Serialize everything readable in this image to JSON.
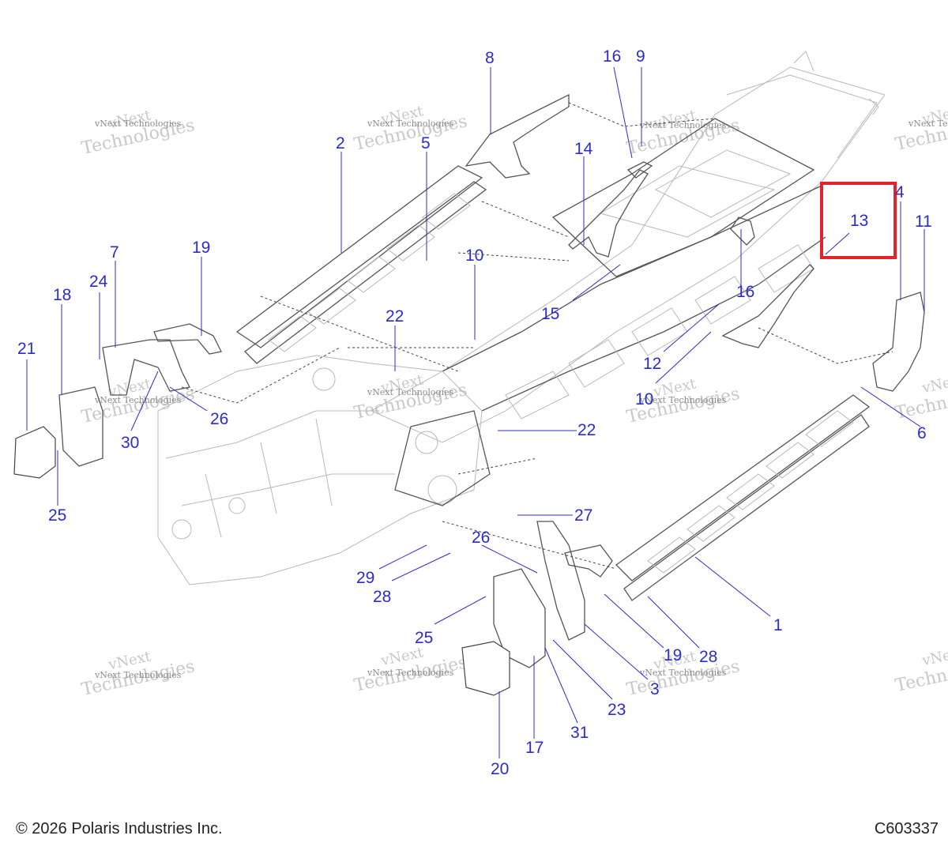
{
  "watermark": {
    "brand": "vNext Technologies",
    "big": "Technologies",
    "prefix": "vNext"
  },
  "highlight": {
    "color": "#e0242a",
    "label": "13"
  },
  "callouts": [
    {
      "id": "c8",
      "label": "8"
    },
    {
      "id": "c16a",
      "label": "16"
    },
    {
      "id": "c9",
      "label": "9"
    },
    {
      "id": "c2",
      "label": "2"
    },
    {
      "id": "c5",
      "label": "5"
    },
    {
      "id": "c14",
      "label": "14"
    },
    {
      "id": "c4",
      "label": "4"
    },
    {
      "id": "c11",
      "label": "11"
    },
    {
      "id": "c7",
      "label": "7"
    },
    {
      "id": "c19a",
      "label": "19"
    },
    {
      "id": "c10a",
      "label": "10"
    },
    {
      "id": "c24",
      "label": "24"
    },
    {
      "id": "c18",
      "label": "18"
    },
    {
      "id": "c16b",
      "label": "16"
    },
    {
      "id": "c15",
      "label": "15"
    },
    {
      "id": "c21",
      "label": "21"
    },
    {
      "id": "c22a",
      "label": "22"
    },
    {
      "id": "c12",
      "label": "12"
    },
    {
      "id": "c10b",
      "label": "10"
    },
    {
      "id": "c26a",
      "label": "26"
    },
    {
      "id": "c22b",
      "label": "22"
    },
    {
      "id": "c6",
      "label": "6"
    },
    {
      "id": "c30",
      "label": "30"
    },
    {
      "id": "c25a",
      "label": "25"
    },
    {
      "id": "c27",
      "label": "27"
    },
    {
      "id": "c26b",
      "label": "26"
    },
    {
      "id": "c29",
      "label": "29"
    },
    {
      "id": "c28a",
      "label": "28"
    },
    {
      "id": "c1",
      "label": "1"
    },
    {
      "id": "c25b",
      "label": "25"
    },
    {
      "id": "c19b",
      "label": "19"
    },
    {
      "id": "c28b",
      "label": "28"
    },
    {
      "id": "c3",
      "label": "3"
    },
    {
      "id": "c23",
      "label": "23"
    },
    {
      "id": "c31",
      "label": "31"
    },
    {
      "id": "c17",
      "label": "17"
    },
    {
      "id": "c20",
      "label": "20"
    }
  ],
  "footer": {
    "copyright": "© 2026 Polaris Industries Inc.",
    "code": "C603337"
  },
  "colors": {
    "callout": "#2b2bd6",
    "line": "#555555"
  }
}
